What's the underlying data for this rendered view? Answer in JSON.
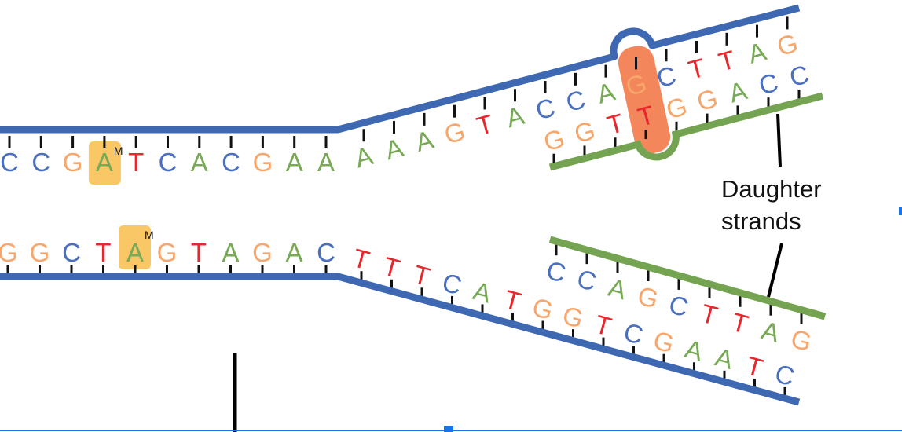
{
  "colors": {
    "A": "#78a957",
    "T": "#e8262b",
    "C": "#4a6fbf",
    "G": "#f7a66c",
    "parent_strand": "#3f68b2",
    "daughter_strand": "#74a451",
    "methyl_highlight": "#f9c766",
    "mismatch_highlight": "#f3865a"
  },
  "label": {
    "line1": "Daughter",
    "line2": "strands"
  },
  "methyl_mark": "M",
  "sequences": {
    "top_parent_straight": [
      "C",
      "C",
      "G",
      "A",
      "T",
      "C",
      "A",
      "C",
      "G",
      "A",
      "A"
    ],
    "top_parent_fork": [
      "A",
      "A",
      "A",
      "G",
      "T",
      "A",
      "C",
      "C",
      "A",
      "G",
      "C",
      "T",
      "T",
      "A",
      "G"
    ],
    "top_daughter": [
      "G",
      "G",
      "T",
      "T",
      "G",
      "G",
      "A",
      "C",
      "C"
    ],
    "bottom_parent_straight": [
      "G",
      "G",
      "C",
      "T",
      "A",
      "G",
      "T",
      "A",
      "G",
      "A",
      "C"
    ],
    "bottom_parent_fork": [
      "T",
      "T",
      "T",
      "C",
      "A",
      "T",
      "G",
      "G",
      "T",
      "C",
      "G",
      "A",
      "A",
      "T",
      "C"
    ],
    "bottom_daughter": [
      "C",
      "C",
      "A",
      "G",
      "C",
      "T",
      "T",
      "A",
      "G"
    ]
  },
  "methylated": {
    "top_parent_straight_index": 3,
    "bottom_parent_straight_index": 4
  },
  "mismatch": {
    "top_parent_fork_index": 9,
    "top_daughter_index": 3
  }
}
